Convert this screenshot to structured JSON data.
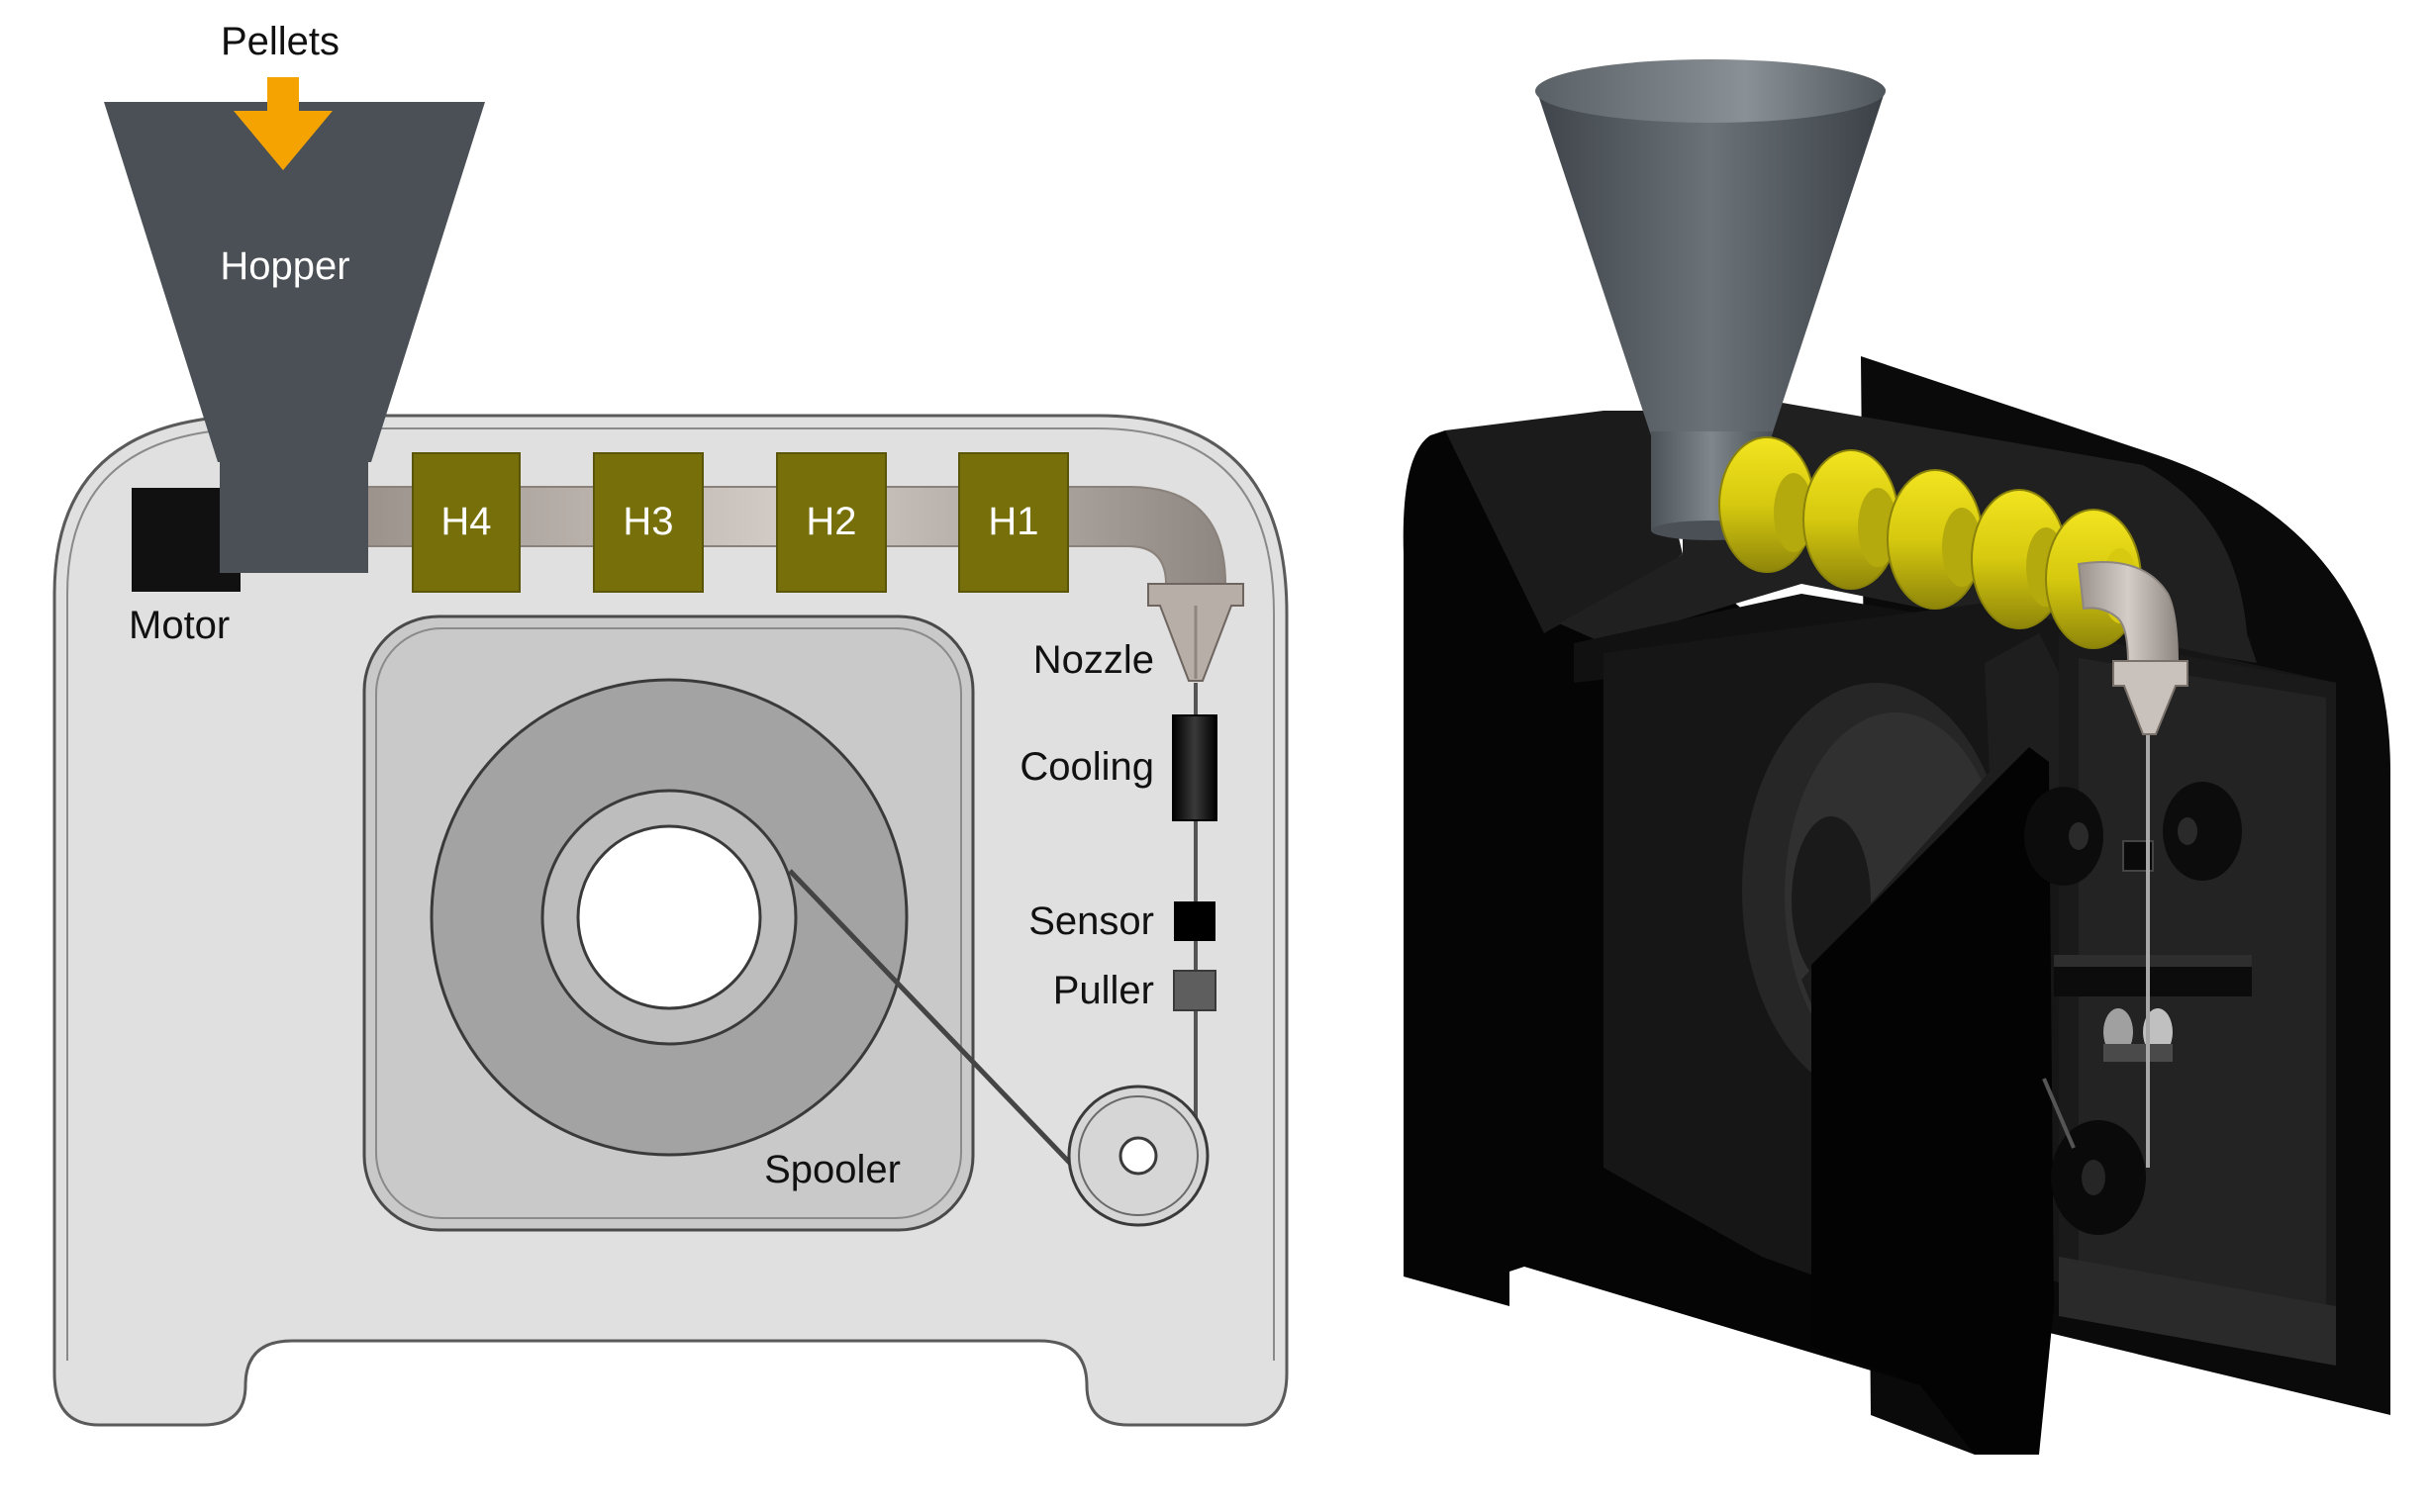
{
  "labels": {
    "pellets": "Pellets",
    "hopper": "Hopper",
    "motor": "Motor",
    "h4": "H4",
    "h3": "H3",
    "h2": "H2",
    "h1": "H1",
    "nozzle": "Nozzle",
    "cooling": "Cooling",
    "sensor": "Sensor",
    "puller": "Puller",
    "spooler": "Spooler"
  },
  "colors": {
    "hopper": "#4a5055",
    "heater": "#77700a",
    "heater_3d": "#d6c90f",
    "barrel": "#b8aea8",
    "arrow": "#f5a300",
    "housing": "#e0e0e0",
    "spool_area": "#c9c9c9",
    "spool": "#a3a3a3",
    "enclosure_3d": "#050505"
  }
}
